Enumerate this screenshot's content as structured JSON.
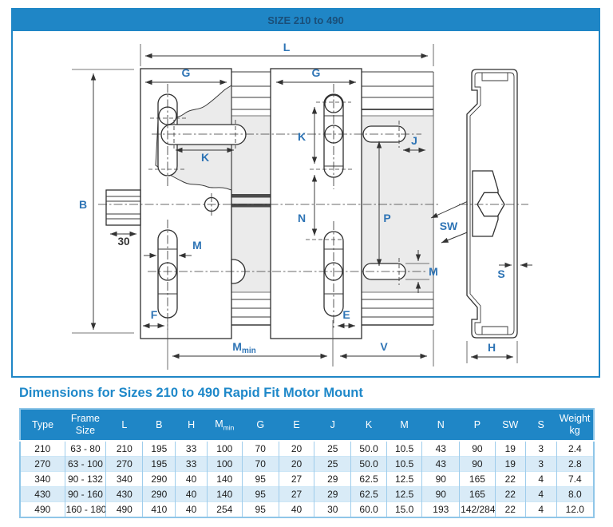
{
  "figure": {
    "header": "SIZE 210 to 490",
    "labels": {
      "l": "L",
      "g_left": "G",
      "g_mid": "G",
      "b": "B",
      "k_horizontal": "K",
      "k_vertical": "K",
      "n": "N",
      "p": "P",
      "j": "J",
      "m_left": "M",
      "m_right": "M",
      "f": "F",
      "e": "E",
      "shaft_len": "30",
      "m_min_main": "M",
      "m_min_sub": "min",
      "v": "V",
      "sw": "SW",
      "s": "S",
      "h": "H"
    }
  },
  "section_title": "Dimensions for Sizes 210 to 490 Rapid Fit Motor Mount",
  "table": {
    "columns": [
      {
        "label": "Type"
      },
      {
        "label": "Frame",
        "label2": "Size"
      },
      {
        "label": "L"
      },
      {
        "label": "B"
      },
      {
        "label": "H"
      },
      {
        "label": "M",
        "sub": "min"
      },
      {
        "label": "G"
      },
      {
        "label": "E"
      },
      {
        "label": "J"
      },
      {
        "label": "K"
      },
      {
        "label": "M"
      },
      {
        "label": "N"
      },
      {
        "label": "P"
      },
      {
        "label": "SW"
      },
      {
        "label": "S"
      },
      {
        "label": "Weight",
        "label2": "kg"
      }
    ],
    "rows": [
      [
        "210",
        "63 - 80",
        "210",
        "195",
        "33",
        "100",
        "70",
        "20",
        "25",
        "50.0",
        "10.5",
        "43",
        "90",
        "19",
        "3",
        "2.4"
      ],
      [
        "270",
        "63 - 100",
        "270",
        "195",
        "33",
        "100",
        "70",
        "20",
        "25",
        "50.0",
        "10.5",
        "43",
        "90",
        "19",
        "3",
        "2.8"
      ],
      [
        "340",
        "90 - 132",
        "340",
        "290",
        "40",
        "140",
        "95",
        "27",
        "29",
        "62.5",
        "12.5",
        "90",
        "165",
        "22",
        "4",
        "7.4"
      ],
      [
        "430",
        "90 - 160",
        "430",
        "290",
        "40",
        "140",
        "95",
        "27",
        "29",
        "62.5",
        "12.5",
        "90",
        "165",
        "22",
        "4",
        "8.0"
      ],
      [
        "490",
        "160 - 180",
        "490",
        "410",
        "40",
        "254",
        "95",
        "40",
        "30",
        "60.0",
        "15.0",
        "193",
        "142/284",
        "22",
        "4",
        "12.0"
      ]
    ]
  },
  "colors": {
    "accent_blue": "#1f86c6",
    "label_blue": "#2e74b5",
    "title_blue": "#1e88c9",
    "row_alt": "#d9ebf7",
    "table_border": "#8fc6e8",
    "line_dark": "#333333",
    "flange_gray": "#ebebeb"
  }
}
